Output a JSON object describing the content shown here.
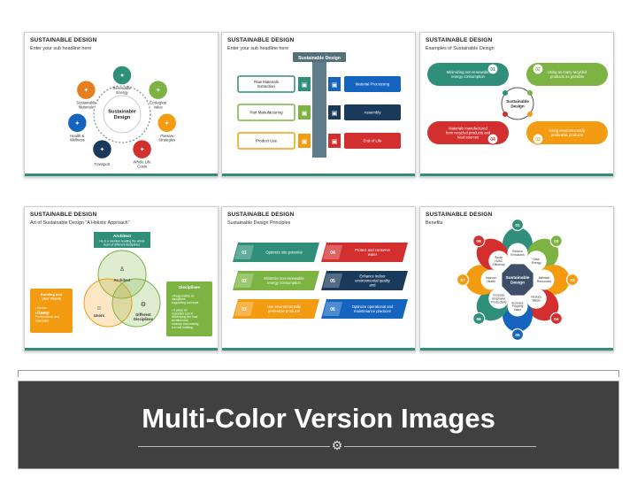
{
  "slides": [
    {
      "title": "SUSTAINABLE DESIGN",
      "subtitle": "Enter your sub headline here",
      "center": "Sustainable Design",
      "nodes": [
        "Renewable Energy",
        "Ecological Value",
        "Passive Strategies",
        "Whole Life Costs",
        "Transport",
        "Health & Wellness",
        "Sustainable Materials"
      ],
      "colors": [
        "#2f8f7a",
        "#7cb342",
        "#f39c12",
        "#d32f2f",
        "#1a3a5c",
        "#1565c0",
        "#e67e22"
      ]
    },
    {
      "title": "SUSTAINABLE DESIGN",
      "subtitle": "Enter your sub headline here",
      "header": "Sustainable Design",
      "left": [
        "Raw Materials Extraction",
        "Part Manufacturing",
        "Product Use"
      ],
      "right": [
        "Material Processing",
        "Assembly",
        "End of Life"
      ]
    },
    {
      "title": "SUSTAINABLE DESIGN",
      "subtitle": "Examples of Sustainable Design",
      "center": "Sustainable Design",
      "items": [
        {
          "num": "01",
          "text": "Minimizing non-renewable energy consumption"
        },
        {
          "num": "02",
          "text": "Using as many recycled products as possible"
        },
        {
          "num": "03",
          "text": "Using environmentally preferable products"
        },
        {
          "num": "04",
          "text": "Materials manufactured from recycled products and local sources"
        }
      ]
    },
    {
      "title": "SUSTAINABLE DESIGN",
      "subtitle": "Art of Sustainable Design \"A Holistic Approach\"",
      "architect_box_title": "Architect",
      "architect_box_text": "He is a member leading the whole team of different disciplines.",
      "circles": [
        "Architect",
        "Users",
        "Different Disciplines"
      ],
      "left_box_title": "Building and User Needs",
      "left_box_items": [
        "Needs",
        "Program",
        "Building Performance and Operation"
      ],
      "right_box_title": "Disciplines",
      "right_box_items": [
        "Responsible for disciplines supporting concepts",
        "It plays an important role in developing the final architectural concept and making it a real building"
      ]
    },
    {
      "title": "SUSTAINABLE DESIGN",
      "subtitle": "Sustainable Design Principles",
      "items": [
        {
          "num": "01",
          "text": "Optimize site potential"
        },
        {
          "num": "02",
          "text": "Minimize non-renewable energy consumption"
        },
        {
          "num": "03",
          "text": "Use environmentally preferable products"
        },
        {
          "num": "04",
          "text": "Protect and conserve water"
        },
        {
          "num": "05",
          "text": "Enhance indoor environmental quality and"
        },
        {
          "num": "06",
          "text": "Optimize operational and maintenance practices"
        }
      ]
    },
    {
      "title": "SUSTAINABLE DESIGN",
      "subtitle": "Benefits",
      "center": "Sustainable Design",
      "items": [
        {
          "num": "01",
          "text": "Reduce Emissions"
        },
        {
          "num": "02",
          "text": "Save Energy"
        },
        {
          "num": "03",
          "text": "Maintain Resources"
        },
        {
          "num": "04",
          "text": "Reduce Waste"
        },
        {
          "num": "05",
          "text": "Increase Property Value"
        },
        {
          "num": "06",
          "text": "Increase Employee Productivity"
        },
        {
          "num": "07",
          "text": "Improve Health"
        },
        {
          "num": "08",
          "text": "Boost HVAC Efficiency"
        }
      ]
    }
  ],
  "banner": {
    "title": "Multi-Color Version Images",
    "gear_icon": "gear-icon"
  }
}
